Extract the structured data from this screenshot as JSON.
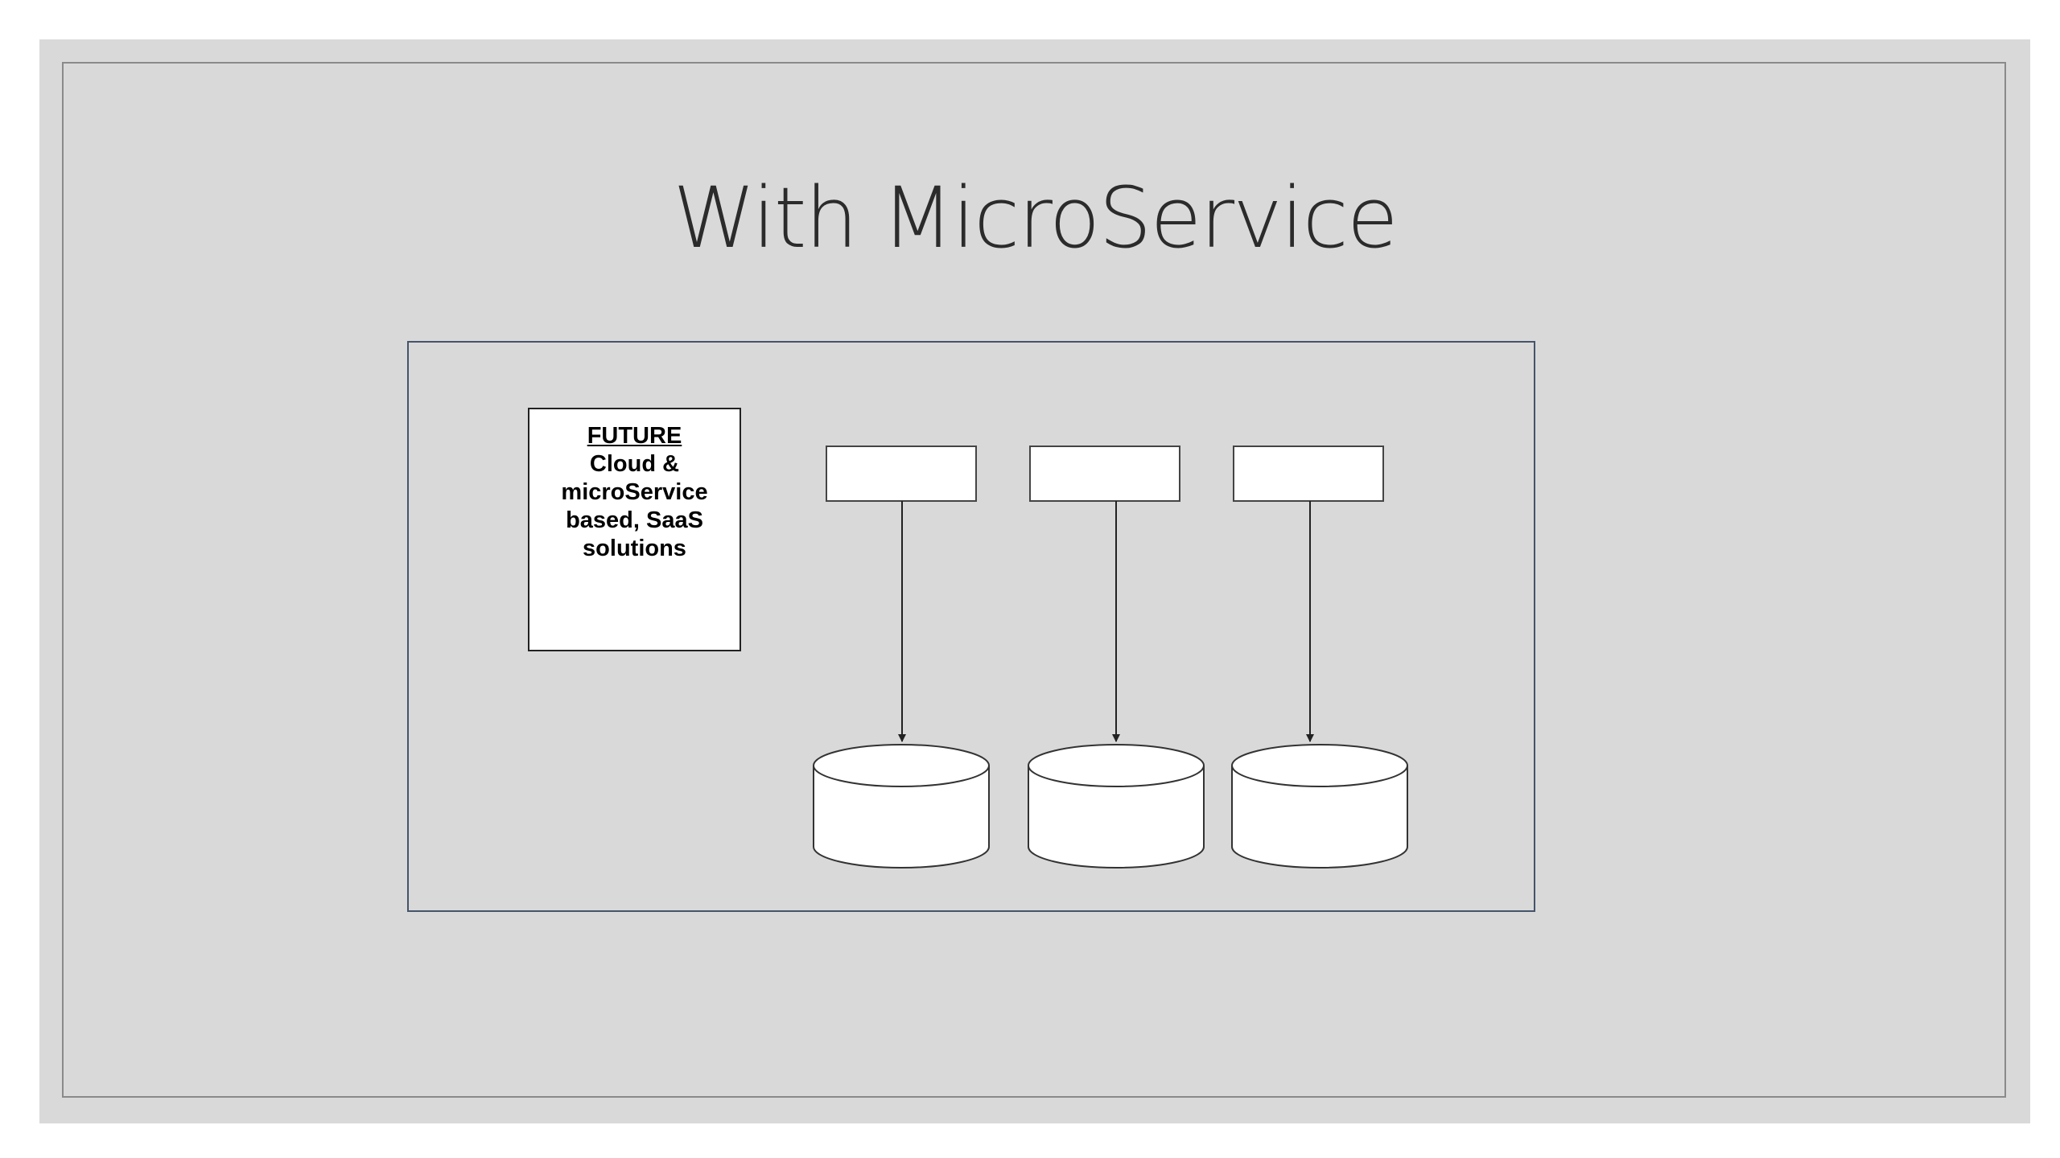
{
  "slide": {
    "title": "With MicroService"
  },
  "note": {
    "heading": "FUTURE",
    "body": "Cloud & microService based, SaaS solutions"
  },
  "services": [
    {
      "label": ""
    },
    {
      "label": ""
    },
    {
      "label": ""
    }
  ],
  "databases": [
    {
      "label": ""
    },
    {
      "label": ""
    },
    {
      "label": ""
    }
  ],
  "colors": {
    "slide_background": "#d9d9d9",
    "frame_border": "#44546a",
    "box_fill": "#ffffff",
    "stroke": "#222222"
  }
}
